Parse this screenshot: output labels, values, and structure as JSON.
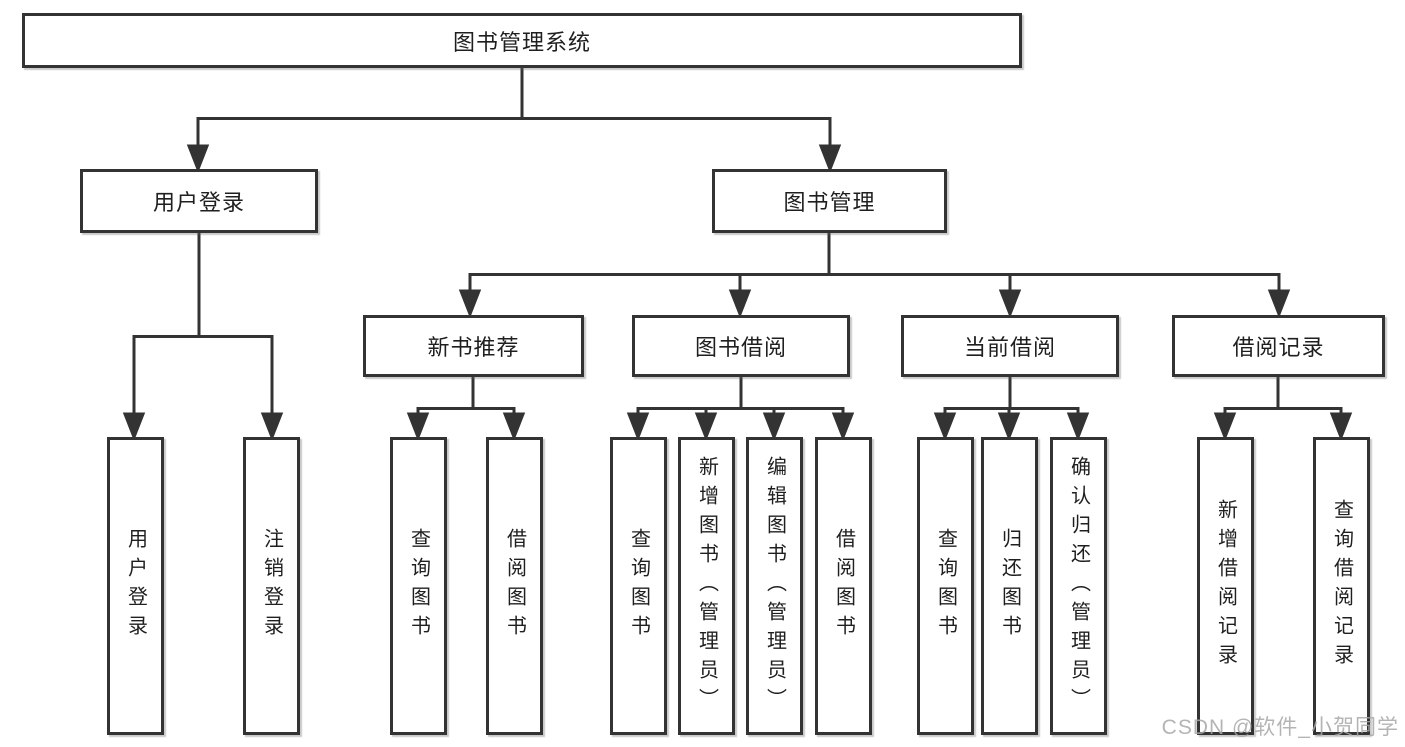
{
  "diagram": {
    "type": "tree",
    "root": {
      "label": "图书管理系统"
    },
    "level2": {
      "userLogin": {
        "label": "用户登录",
        "leaves": [
          "用户登录",
          "注销登录"
        ]
      },
      "bookManagement": {
        "label": "图书管理"
      }
    },
    "level3": {
      "newBookRec": {
        "label": "新书推荐",
        "leaves": [
          "查询图书",
          "借阅图书"
        ]
      },
      "bookBorrow": {
        "label": "图书借阅",
        "leaves": [
          "查询图书",
          "新增图书（管理员）",
          "编辑图书（管理员）",
          "借阅图书"
        ]
      },
      "currentBorrow": {
        "label": "当前借阅",
        "leaves": [
          "查询图书",
          "归还图书",
          "确认归还（管理员）"
        ]
      },
      "borrowRecords": {
        "label": "借阅记录",
        "leaves": [
          "新增借阅记录",
          "查询借阅记录"
        ]
      }
    }
  },
  "watermark": {
    "text": "CSDN @软件_小贺同学",
    "color": "#a8a8a8"
  },
  "colors": {
    "background": "#ffffff",
    "line": "#333333",
    "box_border": "#333333",
    "text": "#1f1f1f"
  }
}
